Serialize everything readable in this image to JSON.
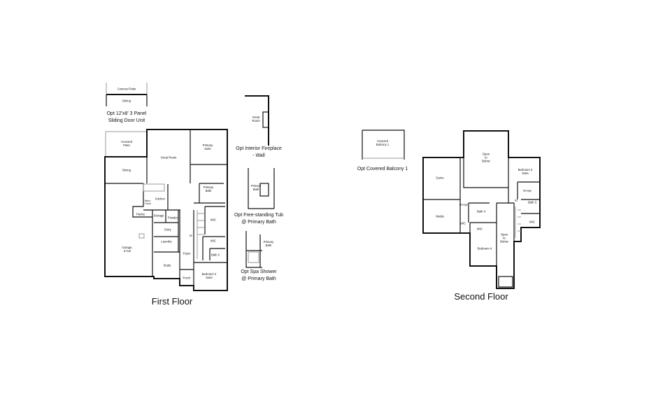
{
  "first_floor": {
    "title": "First Floor",
    "rooms": {
      "covered_patio": "Covered\nPatio",
      "dining": "Dining",
      "great_room": "Great Room",
      "primary_suite": "Primary\nSuite",
      "primary_bath": "Primary\nBath",
      "kitchen": "Kitchen",
      "micro_oven": "Micro\n/ Oven",
      "pantry": "Pantry",
      "storage": "Storage",
      "powder": "Powder",
      "entry": "Entry",
      "laundry": "Laundry",
      "garage": "Garage,\n3-Car",
      "foyer": "Foyer",
      "study": "Study",
      "porch": "Porch",
      "wic_1": "WIC",
      "wic_2": "WIC",
      "bath_2": "Bath 2",
      "bedroom_2": "Bedroom 2\nSuite",
      "up": "Up"
    }
  },
  "options": {
    "sliding_door": {
      "covered_patio": "Covered Patio",
      "dining": "Dining",
      "caption": "Opt 12'x8' 3 Panel\nSliding Door Unit"
    },
    "fireplace": {
      "room": "Great\nRoom",
      "caption": "Opt Interior Fireplace\n- Wall"
    },
    "tub": {
      "room": "Primary\nBath",
      "caption": "Opt Free-standing Tub\n@ Primary Bath"
    },
    "shower": {
      "room": "Primary\nBath",
      "caption": "Opt Spa Shower\n@ Primary Bath"
    },
    "balcony": {
      "room": "Covered\nBalcony 1",
      "caption": "Opt Covered Balcony 1"
    }
  },
  "second_floor": {
    "title": "Second Floor",
    "rooms": {
      "open_to_below_1": "Open\nto\nBelow",
      "game": "Game",
      "media": "Media",
      "bedroom_3": "Bedroom 3\nSuite",
      "storage_1": "Storage",
      "bath_3": "Bath 3",
      "wic_3": "WIC",
      "storage_2": "Storage",
      "bath_4": "Bath 4",
      "wic_4": "WIC",
      "wic_5": "WIC",
      "open_to_below_2": "Open\nto\nBelow",
      "bedroom_4": "Bedroom 4",
      "down": "Dn"
    }
  }
}
